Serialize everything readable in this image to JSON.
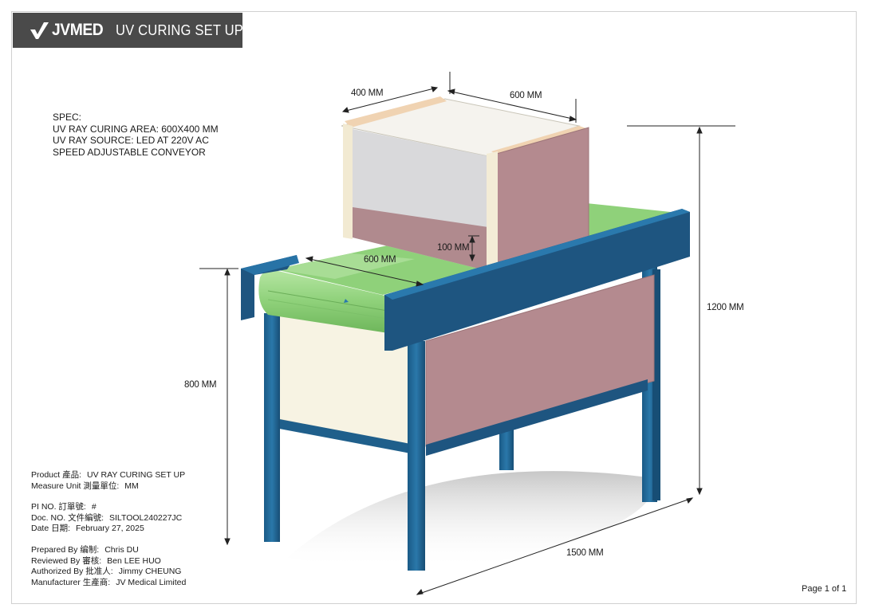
{
  "header": {
    "brand": "JVMED",
    "title": "UV CURING SET UP",
    "logo_icon": "checkmark-logo-icon"
  },
  "spec": {
    "heading": "SPEC:",
    "lines": [
      "UV RAY CURING AREA: 600X400 MM",
      "UV RAY SOURCE: LED AT 220V AC",
      "SPEED ADJUSTABLE CONVEYOR"
    ]
  },
  "dimensions": {
    "hood_depth": "400 MM",
    "hood_width": "600 MM",
    "belt_width": "600 MM",
    "gap_height": "100 MM",
    "table_height": "800 MM",
    "total_height": "1200 MM",
    "total_length": "1500 MM"
  },
  "info": {
    "product_label": "Product 產品:",
    "product_value": "UV RAY CURING SET UP",
    "unit_label": "Measure Unit 測量單位:",
    "unit_value": "MM",
    "pi_label": "PI NO. 訂單號:",
    "pi_value": "#",
    "doc_label": "Doc. NO. 文件編號:",
    "doc_value": "SILTOOL240227JC",
    "date_label": "Date 日期:",
    "date_value": "February 27, 2025",
    "prepared_label": "Prepared By 编制:",
    "prepared_value": "Chris DU",
    "reviewed_label": "Reviewed By 審核:",
    "reviewed_value": "Ben LEE HUO",
    "authorized_label": "Authorized By 批准人:",
    "authorized_value": "Jimmy CHEUNG",
    "manufacturer_label": "Manufacturer 生產商:",
    "manufacturer_value": "JV Medical Limited"
  },
  "footer": {
    "page": "Page 1 of 1"
  },
  "colors": {
    "header_bg": "#4a4a4a",
    "frame_blue": "#1f5f8b",
    "rail_blue": "#1e5580",
    "belt_green": "#8fd17a",
    "panel_pink": "#b48a8f",
    "panel_cream": "#f7f3e3",
    "hood_grey": "#d9d9db"
  }
}
